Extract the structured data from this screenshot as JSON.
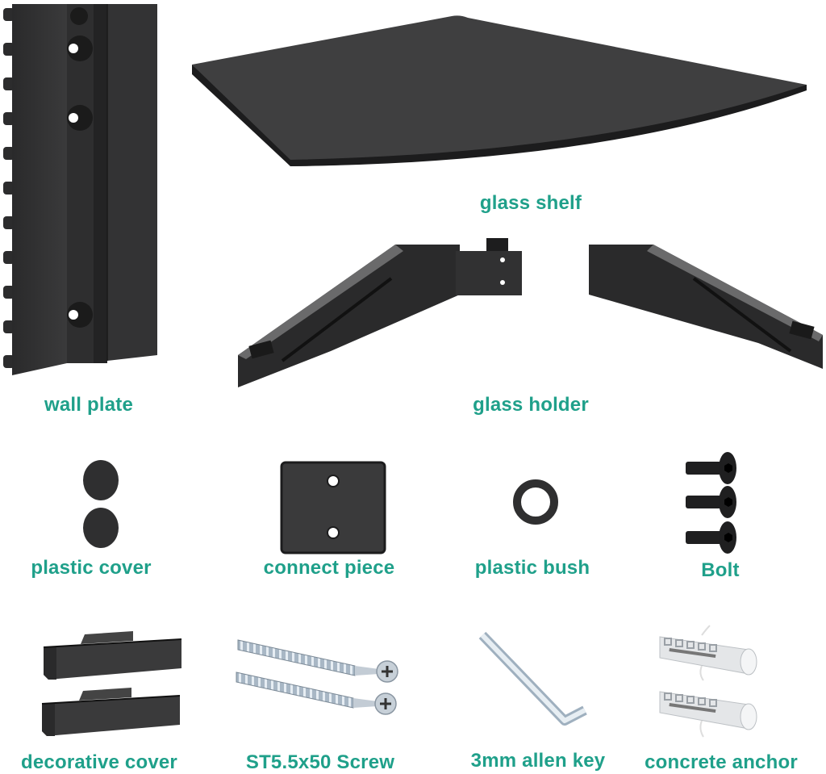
{
  "colors": {
    "label": "#1fa08a",
    "part_dark": "#2f2f30",
    "part_mid": "#3d3d3e",
    "metal": "#c9d3dc",
    "plastic": "#e4e6e8",
    "background": "#ffffff"
  },
  "parts": {
    "wall_plate": {
      "label": "wall plate",
      "icon": "wall-plate-icon"
    },
    "glass_shelf": {
      "label": "glass shelf",
      "icon": "glass-shelf-icon"
    },
    "glass_holder": {
      "label": "glass holder",
      "icon": "glass-holder-icon"
    },
    "plastic_cover": {
      "label": "plastic cover",
      "icon": "plastic-cover-icon",
      "quantity_shown": 2
    },
    "connect_piece": {
      "label": "connect piece",
      "icon": "connect-piece-icon"
    },
    "plastic_bush": {
      "label": "plastic bush",
      "icon": "plastic-bush-icon"
    },
    "bolt": {
      "label": "Bolt",
      "icon": "bolt-icon",
      "quantity_shown": 3
    },
    "decorative_cover": {
      "label": "decorative cover",
      "icon": "decorative-cover-icon",
      "quantity_shown": 2
    },
    "screw": {
      "label": "ST5.5x50 Screw",
      "icon": "screw-icon",
      "quantity_shown": 2
    },
    "allen_key": {
      "label": "3mm allen key",
      "icon": "allen-key-icon"
    },
    "concrete_anchor": {
      "label": "concrete anchor",
      "icon": "concrete-anchor-icon",
      "quantity_shown": 2
    }
  }
}
